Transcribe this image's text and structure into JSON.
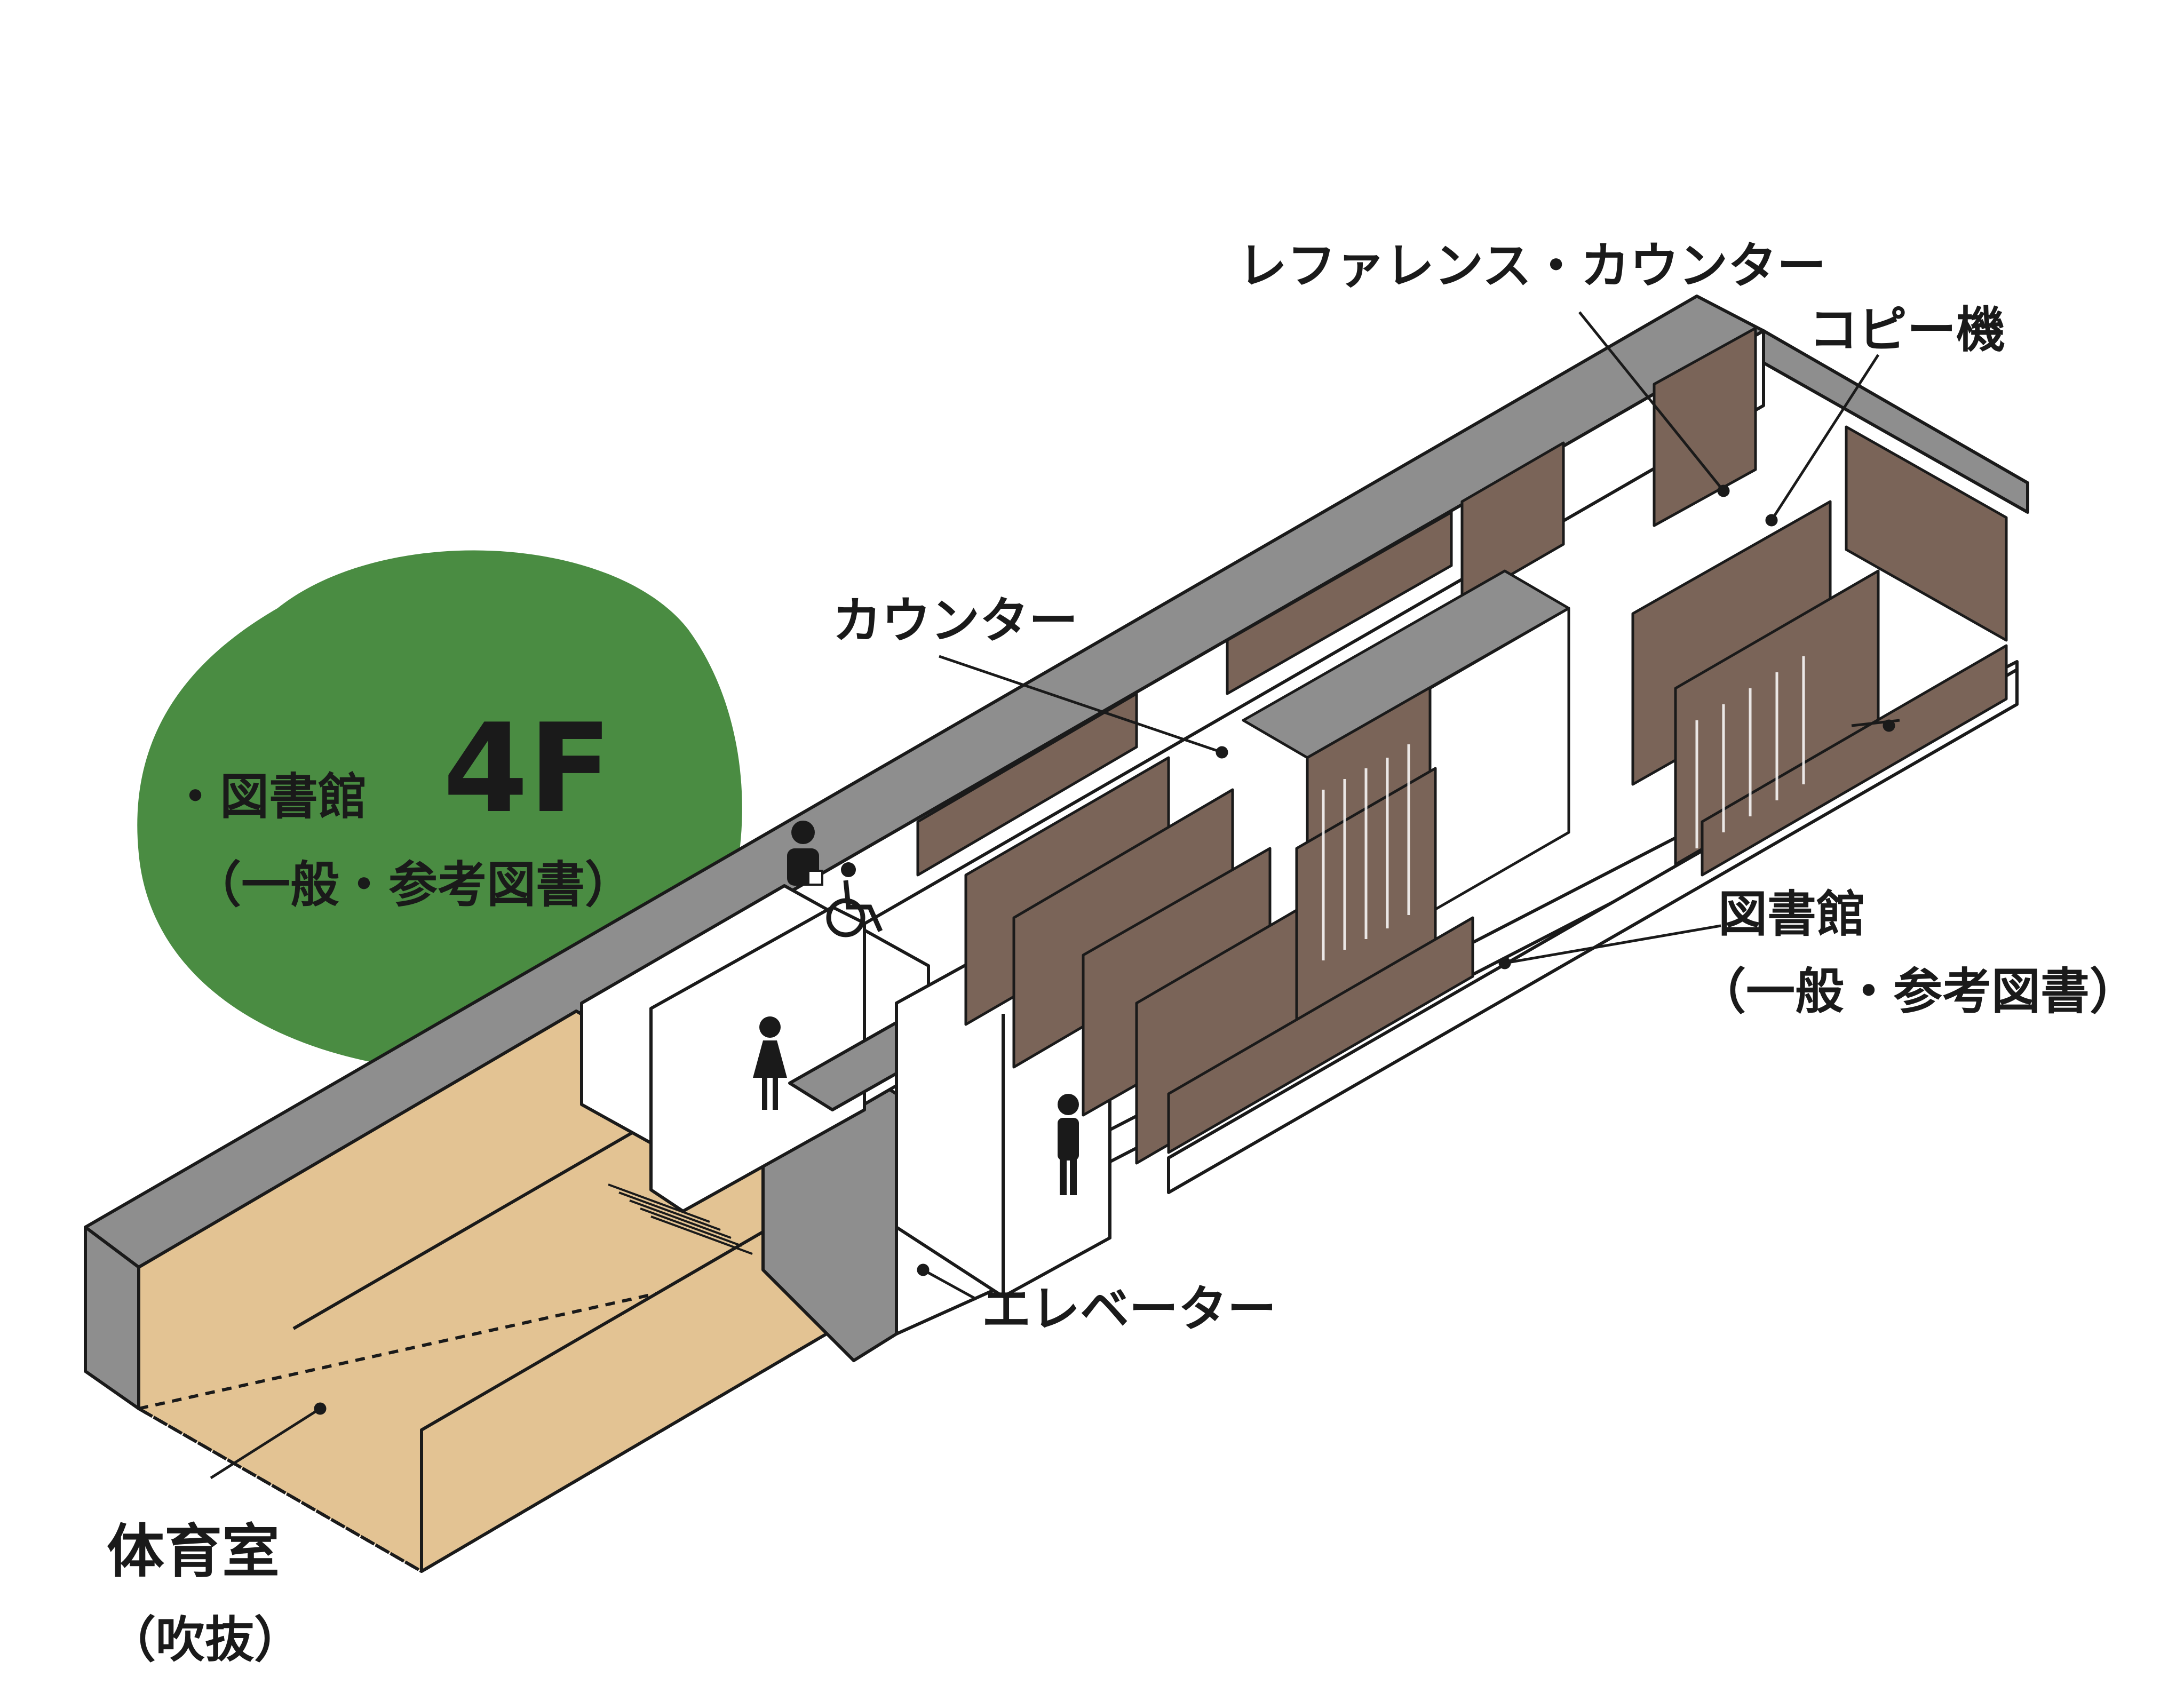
{
  "badge": {
    "color": "#4a8c42",
    "line1_prefix": "・図書館",
    "floor": "4F",
    "line2": "（一般・参考図書）"
  },
  "labels": {
    "reference_counter": "レファレンス・カウンター",
    "copier": "コピー機",
    "counter": "カウンター",
    "library_line1": "図書館",
    "library_line2": "（一般・参考図書）",
    "elevator": "エレベーター",
    "gym_line1": "体育室",
    "gym_line2": "（吹抜）"
  },
  "icons": [
    "multipurpose-restroom-icon",
    "wheelchair-icon",
    "womens-restroom-icon",
    "mens-restroom-icon"
  ],
  "colors": {
    "wall_gray": "#8e8e8e",
    "shelf_brown": "#7a6458",
    "gym_floor": "#e3c393",
    "outline": "#1a1a1a"
  }
}
